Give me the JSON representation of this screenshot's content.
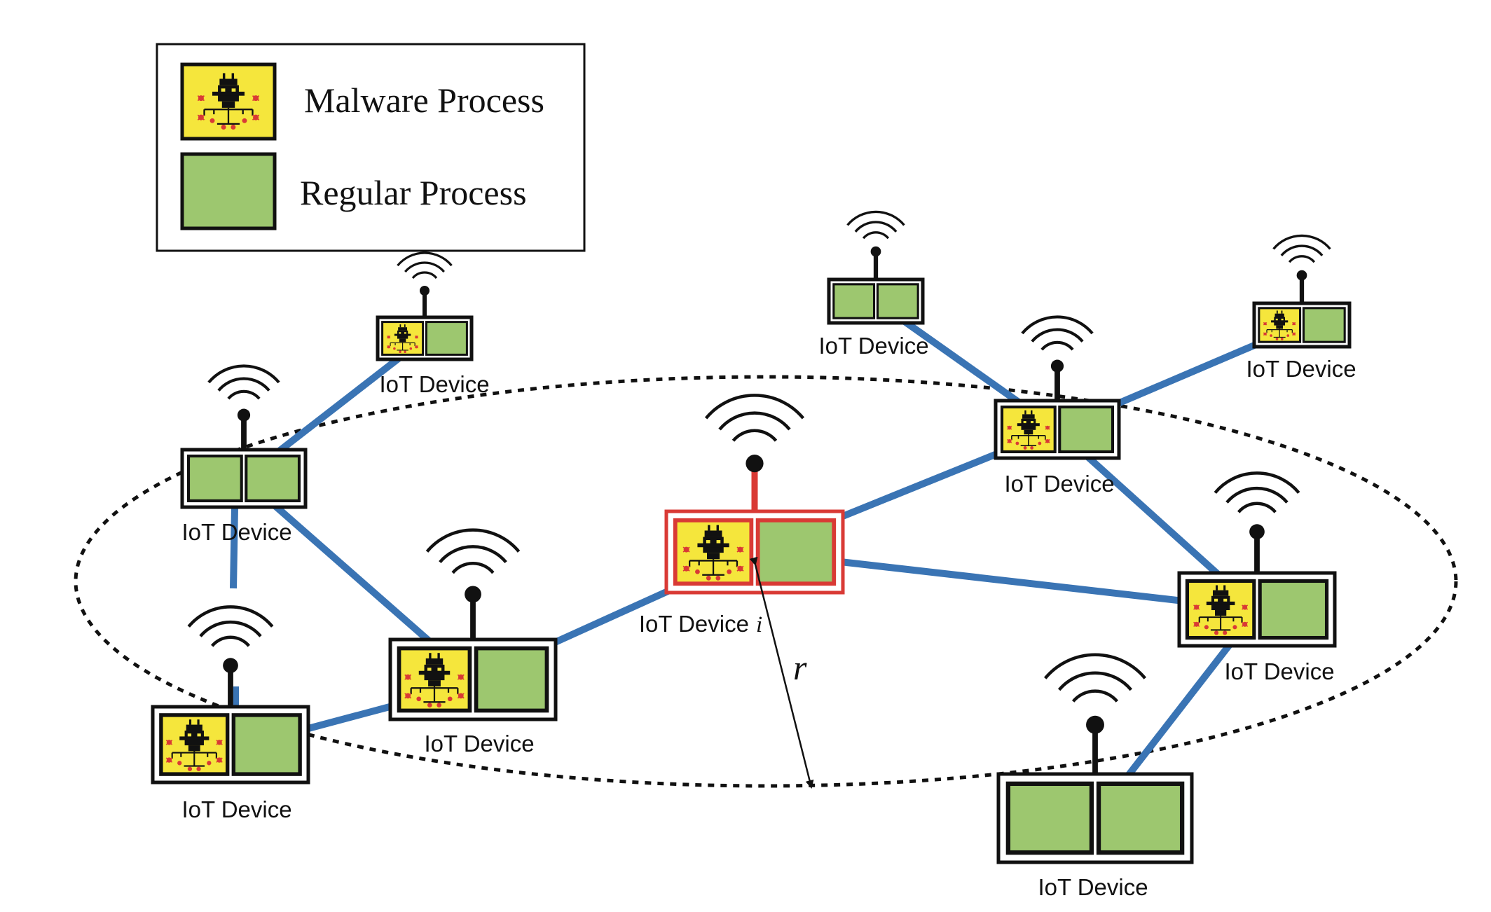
{
  "legend": {
    "malware_label": "Malware Process",
    "regular_label": "Regular Process"
  },
  "colors": {
    "link": "#3a74b4",
    "malware_fill": "#f5e63c",
    "regular_fill": "#9dc76f",
    "highlight": "#d93a35",
    "outline": "#111111"
  },
  "radius_label": "r",
  "devices": [
    {
      "id": "top-left",
      "label": "IoT Device",
      "processes": [
        "malware",
        "regular"
      ]
    },
    {
      "id": "upper-left",
      "label": "IoT Device",
      "processes": [
        "regular",
        "regular"
      ]
    },
    {
      "id": "lower-left",
      "label": "IoT Device",
      "processes": [
        "malware",
        "regular"
      ]
    },
    {
      "id": "center-left",
      "label": "IoT Device",
      "processes": [
        "malware",
        "regular"
      ]
    },
    {
      "id": "center",
      "label": "IoT Device",
      "label_suffix": "i",
      "processes": [
        "malware",
        "regular"
      ],
      "highlighted": true
    },
    {
      "id": "top-mid-right",
      "label": "IoT Device",
      "processes": [
        "regular",
        "regular"
      ]
    },
    {
      "id": "mid-right",
      "label": "IoT Device",
      "processes": [
        "malware",
        "regular"
      ]
    },
    {
      "id": "top-far-right",
      "label": "IoT Device",
      "processes": [
        "malware",
        "regular"
      ]
    },
    {
      "id": "right",
      "label": "IoT Device",
      "processes": [
        "malware",
        "regular"
      ]
    },
    {
      "id": "bottom-right",
      "label": "IoT Device",
      "processes": [
        "regular",
        "regular"
      ]
    }
  ],
  "links": [
    [
      "top-left",
      "upper-left"
    ],
    [
      "upper-left",
      "lower-left"
    ],
    [
      "upper-left",
      "center-left"
    ],
    [
      "lower-left",
      "center-left"
    ],
    [
      "center-left",
      "center"
    ],
    [
      "center",
      "mid-right"
    ],
    [
      "center",
      "right"
    ],
    [
      "top-mid-right",
      "mid-right"
    ],
    [
      "top-far-right",
      "mid-right"
    ],
    [
      "mid-right",
      "right"
    ],
    [
      "right",
      "bottom-right"
    ]
  ]
}
